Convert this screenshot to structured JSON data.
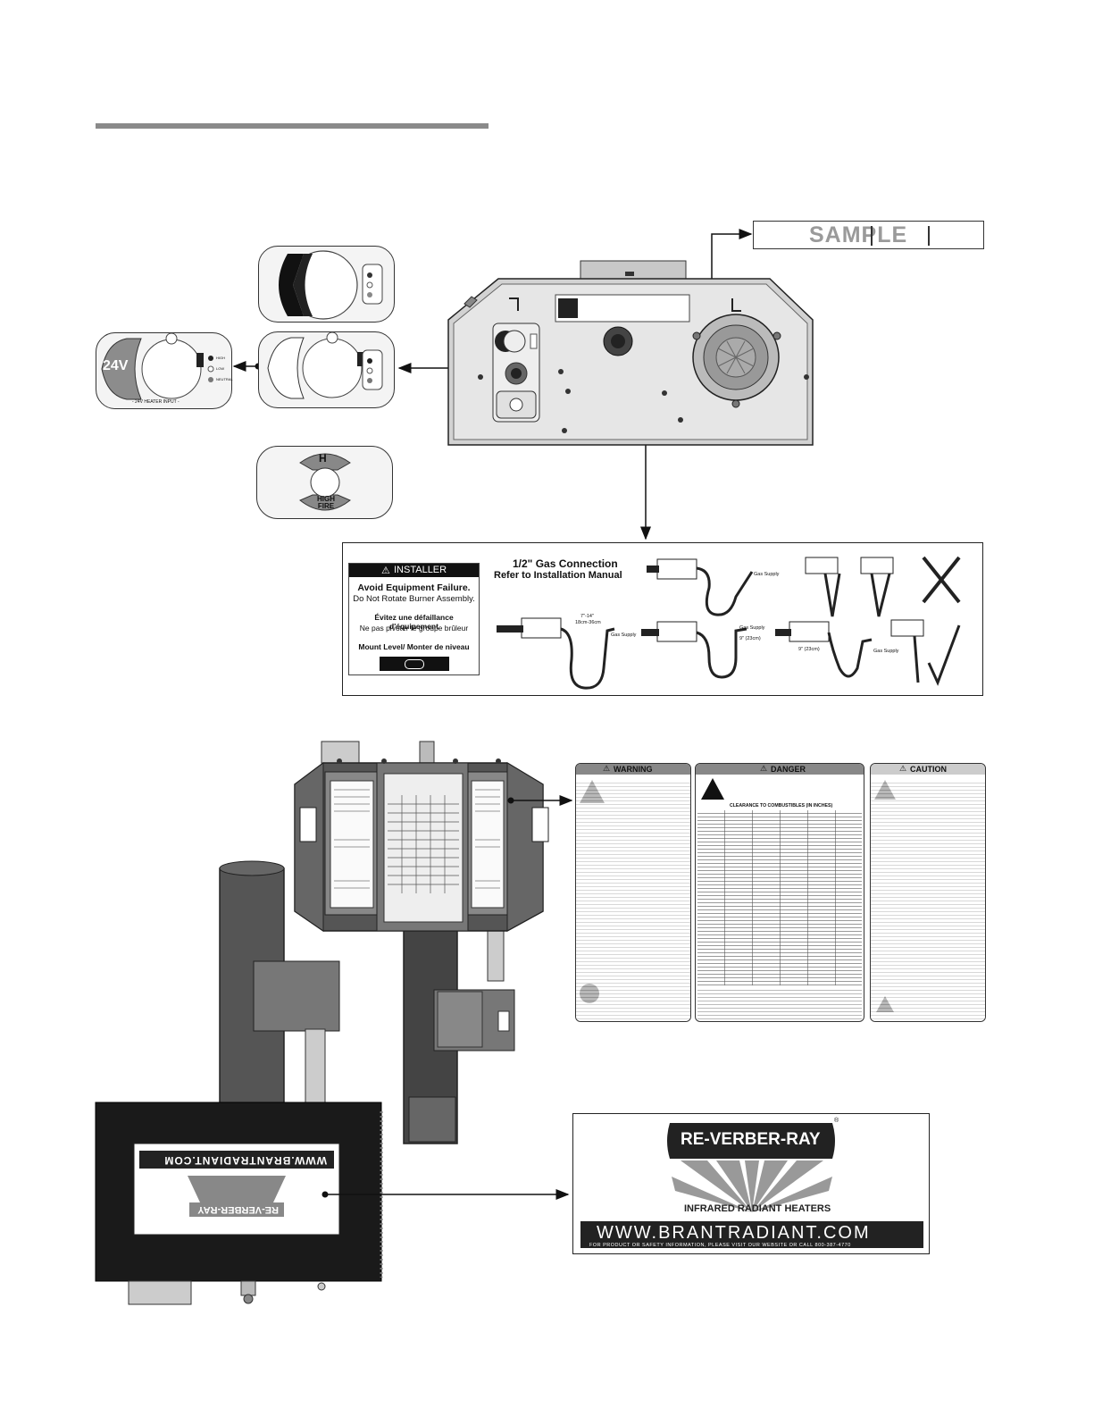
{
  "sample_label": "SAMPLE",
  "burner_control": {
    "voltage_label": "24V",
    "led_labels": [
      "HIGH",
      "LOW",
      "NEUTRAL"
    ],
    "footer_label": "- 24V HEATER INPUT -",
    "switch_top_label": "H",
    "switch_bottom_label": "HIGH FIRE"
  },
  "installer_label": {
    "header": "INSTALLER",
    "line1": "Avoid Equipment Failure.",
    "line2": "Do Not Rotate Burner Assembly.",
    "line3": "Évitez une défaillance d'équipement",
    "line4": "Ne pas pivoter le groupe brûleur",
    "line5": "Mount Level/ Monter de niveau"
  },
  "gas_connection": {
    "title_line1": "1/2\" Gas Connection",
    "title_line2": "Refer to Installation Manual",
    "supply_label": "Gas Supply",
    "dim_range": "7\"-14\"",
    "dim_range_metric": "18cm-36cm",
    "dim_9in": "9\" (23cm)"
  },
  "labels_panel": {
    "warning_title": "WARNING",
    "danger_title": "DANGER",
    "caution_title": "CAUTION",
    "danger_subtitle": "CLEARANCE TO COMBUSTIBLES (IN INCHES)"
  },
  "brand_logo": {
    "name": "RE-VERBER-RAY",
    "tagline": "INFRARED RADIANT HEATERS",
    "website": "WWW.BRANTRADIANT.COM",
    "footer": "FOR PRODUCT OR SAFETY INFORMATION, PLEASE VISIT OUR WEBSITE OR CALL 800-387-4770"
  }
}
